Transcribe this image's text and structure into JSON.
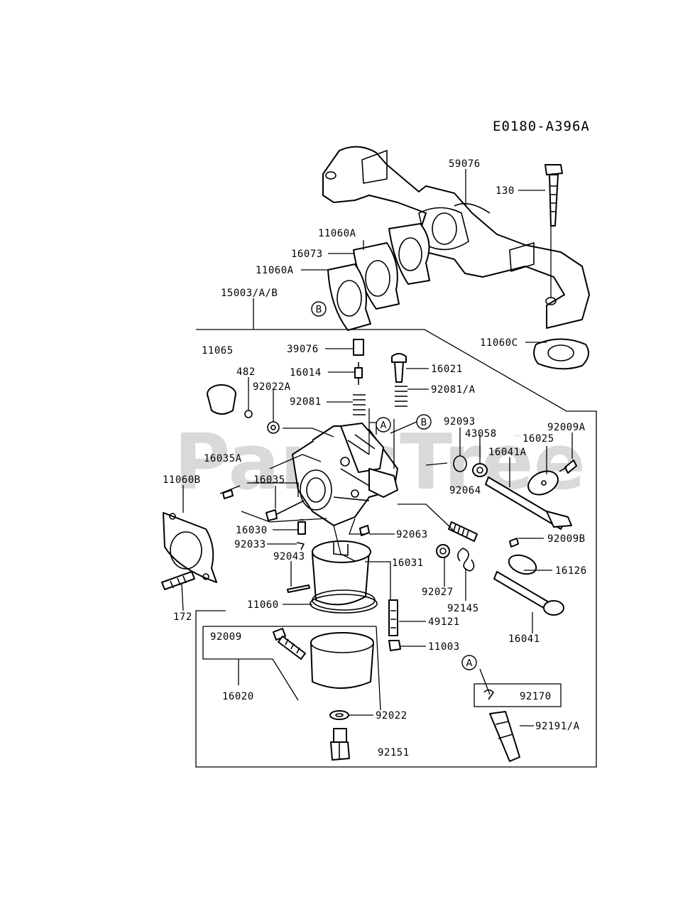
{
  "diagram_code": "E0180-A396A",
  "watermark": {
    "text": "PartsTree",
    "tm": "™"
  },
  "callouts": {
    "A": "A",
    "B": "B"
  },
  "parts": {
    "p59076": "59076",
    "p130": "130",
    "p11060A_top": "11060A",
    "p16073": "16073",
    "p11060A_left": "11060A",
    "p15003": "15003/A/B",
    "p11060C": "11060C",
    "p11065": "11065",
    "p39076": "39076",
    "p16014": "16014",
    "p16021": "16021",
    "p482": "482",
    "p92022A": "92022A",
    "p92081": "92081",
    "p92081A": "92081/A",
    "p92093": "92093",
    "p43058": "43058",
    "p16025": "16025",
    "p92009A": "92009A",
    "p16041A": "16041A",
    "p16035A": "16035A",
    "p11060B": "11060B",
    "p16035": "16035",
    "p92064": "92064",
    "p16030": "16030",
    "p92033": "92033",
    "p92063": "92063",
    "p92009B": "92009B",
    "p92043": "92043",
    "p16031": "16031",
    "p16126": "16126",
    "p92027": "92027",
    "p11060": "11060",
    "p92145": "92145",
    "p172": "172",
    "p49121": "49121",
    "p16041": "16041",
    "p92009": "92009",
    "p11003": "11003",
    "p16020": "16020",
    "p92170": "92170",
    "p92022": "92022",
    "p92191A": "92191/A",
    "p92151": "92151"
  }
}
